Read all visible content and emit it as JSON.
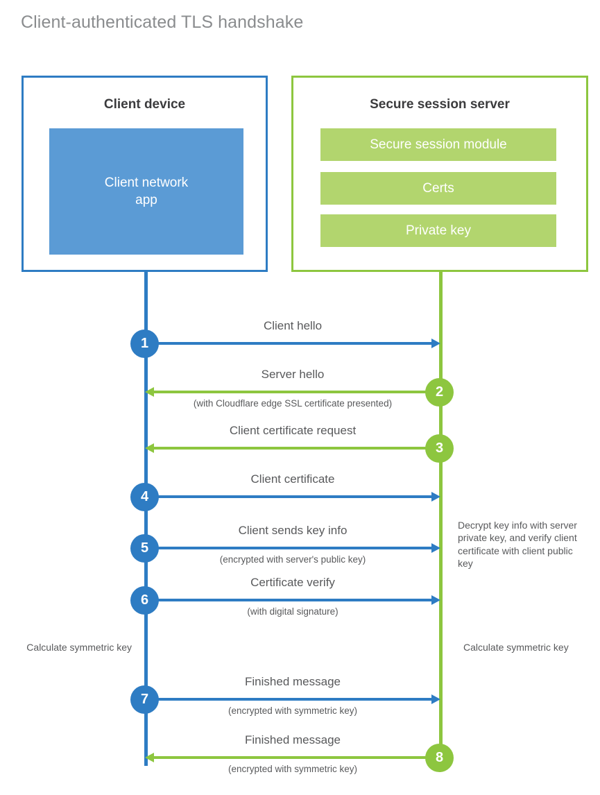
{
  "title": "Client-authenticated TLS handshake",
  "colors": {
    "blue_line": "#2e7cc3",
    "blue_fill": "#5b9bd5",
    "green_line": "#8dc63f",
    "green_fill": "#b2d56e",
    "text": "#58595b",
    "title": "#8a8c8e",
    "background": "#ffffff"
  },
  "client": {
    "title": "Client device",
    "app_label": "Client network\napp"
  },
  "server": {
    "title": "Secure session server",
    "bars": [
      {
        "label": "Secure session module"
      },
      {
        "label": "Certs"
      },
      {
        "label": "Private key"
      }
    ]
  },
  "messages": [
    {
      "number": "1",
      "label": "Client hello",
      "sub": "",
      "direction": "client-to-server",
      "color": "blue"
    },
    {
      "number": "2",
      "label": "Server hello",
      "sub": "(with Cloudflare edge SSL certificate presented)",
      "direction": "server-to-client",
      "color": "green"
    },
    {
      "number": "3",
      "label": "Client certificate request",
      "sub": "",
      "direction": "server-to-client",
      "color": "green"
    },
    {
      "number": "4",
      "label": "Client certificate",
      "sub": "",
      "direction": "client-to-server",
      "color": "blue"
    },
    {
      "number": "5",
      "label": "Client sends key info",
      "sub": "(encrypted with server's public key)",
      "direction": "client-to-server",
      "color": "blue"
    },
    {
      "number": "6",
      "label": "Certificate verify",
      "sub": "(with digital signature)",
      "direction": "client-to-server",
      "color": "blue"
    },
    {
      "number": "7",
      "label": "Finished message",
      "sub": "(encrypted with symmetric key)",
      "direction": "client-to-server",
      "color": "blue"
    },
    {
      "number": "8",
      "label": "Finished message",
      "sub": "(encrypted with symmetric key)",
      "direction": "server-to-client",
      "color": "green"
    }
  ],
  "notes": {
    "decrypt": "Decrypt key info with server private key, and verify client certificate with client public key",
    "calculate_client": "Calculate symmetric key",
    "calculate_server": "Calculate symmetric key"
  }
}
